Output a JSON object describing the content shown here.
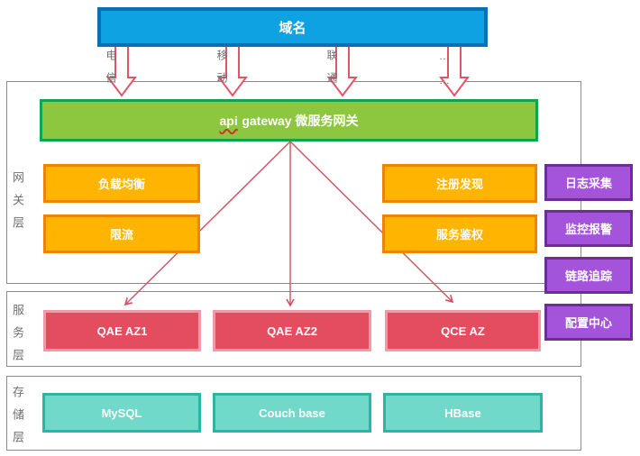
{
  "domain_box": {
    "label": "域名"
  },
  "carrier_labels": [
    "电信",
    "移动",
    "联通",
    "……"
  ],
  "api_gateway": {
    "label": "api gateway 微服务网关",
    "underlined_word": "api",
    "rest": "gateway 微服务网关"
  },
  "layer_labels": {
    "gateway": "网关层",
    "service": "服务层",
    "storage": "存储层"
  },
  "gateway_features": [
    "负载均衡",
    "限流",
    "注册发现",
    "服务鉴权"
  ],
  "support_services": [
    "日志采集",
    "监控报警",
    "链路追踪",
    "配置中心"
  ],
  "service_zones": [
    "QAE AZ1",
    "QAE AZ2",
    "QCE AZ"
  ],
  "storage_systems": [
    "MySQL",
    "Couch base",
    "HBase"
  ],
  "colors": {
    "domain_fill": "#0ea2e3",
    "domain_border": "#0a70b6",
    "gateway_fill": "#8dc63f",
    "gateway_border": "#11a350",
    "feature_fill": "#ffb401",
    "feature_border": "#ee8400",
    "support_fill": "#a453db",
    "support_border": "#6c2e93",
    "zone_fill": "#e34d5f",
    "zone_border": "#f09aa8",
    "storage_fill": "#70d9c9",
    "storage_border": "#2db5a3",
    "block_arrow": "#e25568",
    "connector_arrow": "#d05060",
    "container_border": "#8a8a8a",
    "label_gray": "#6f6f6f"
  }
}
